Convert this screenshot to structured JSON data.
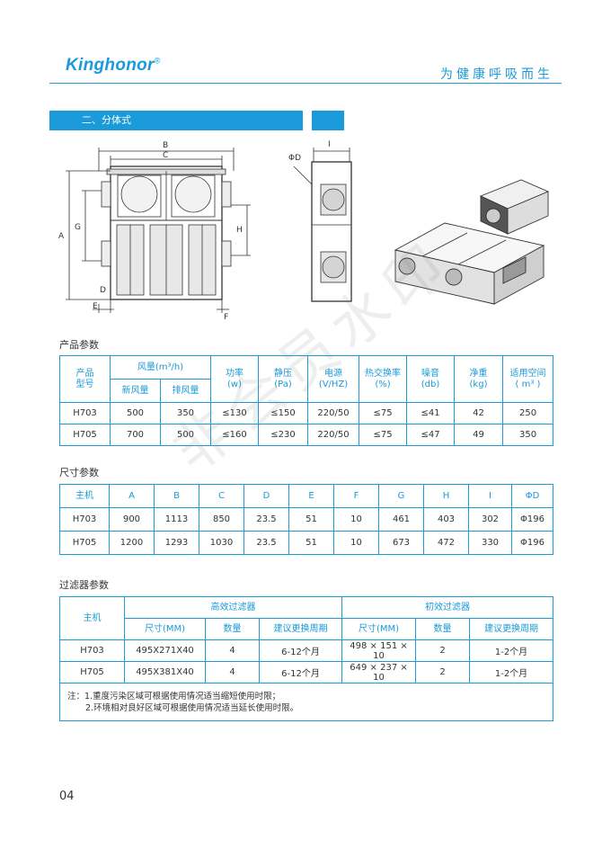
{
  "header": {
    "logo": "Kinghonor",
    "logo_mark": "®",
    "slogan": "为健康呼吸而生"
  },
  "section_title": "二、分体式",
  "drawing_labels": {
    "B": "B",
    "C": "C",
    "A": "A",
    "G": "G",
    "H": "H",
    "D": "D",
    "E": "E",
    "F": "F",
    "I": "I",
    "phiD": "ΦD"
  },
  "product": {
    "caption": "产品参数",
    "h_model": "产品\n型号",
    "h_airflow": "风量(m³/h)",
    "h_fresh": "新风量",
    "h_exhaust": "排风量",
    "h_power": "功率\n(w)",
    "h_static": "静压\n(Pa)",
    "h_supply": "电源\n(V/HZ)",
    "h_exchange": "热交换率\n(%)",
    "h_noise": "噪音\n(db)",
    "h_weight": "净重\n(kg)",
    "h_space": "适用空间\n( m³ )",
    "rows": [
      [
        "H703",
        "500",
        "350",
        "≤130",
        "≤150",
        "220/50",
        "≤75",
        "≤41",
        "42",
        "250"
      ],
      [
        "H705",
        "700",
        "500",
        "≤160",
        "≤230",
        "220/50",
        "≤75",
        "≤47",
        "49",
        "350"
      ]
    ]
  },
  "dims": {
    "caption": "尺寸参数",
    "headers": [
      "主机",
      "A",
      "B",
      "C",
      "D",
      "E",
      "F",
      "G",
      "H",
      "I",
      "ΦD"
    ],
    "rows": [
      [
        "H703",
        "900",
        "1113",
        "850",
        "23.5",
        "51",
        "10",
        "461",
        "403",
        "302",
        "Φ196"
      ],
      [
        "H705",
        "1200",
        "1293",
        "1030",
        "23.5",
        "51",
        "10",
        "673",
        "472",
        "330",
        "Φ196"
      ]
    ]
  },
  "filter": {
    "caption": "过滤器参数",
    "h_host": "主机",
    "h_high": "高效过滤器",
    "h_primary": "初效过滤器",
    "sub": [
      "尺寸(MM)",
      "数量",
      "建议更换周期",
      "尺寸(MM)",
      "数量",
      "建议更换周期"
    ],
    "rows": [
      [
        "H703",
        "495X271X40",
        "4",
        "6-12个月",
        "498 × 151 × 10",
        "2",
        "1-2个月"
      ],
      [
        "H705",
        "495X381X40",
        "4",
        "6-12个月",
        "649 × 237 × 10",
        "2",
        "1-2个月"
      ]
    ],
    "note1": "注：1.重度污染区域可根据使用情况适当缩短使用时限；",
    "note2": "2.环境相对良好区域可根据使用情况适当延长使用时限。"
  },
  "watermark": "非会员水印",
  "page_number": "04"
}
